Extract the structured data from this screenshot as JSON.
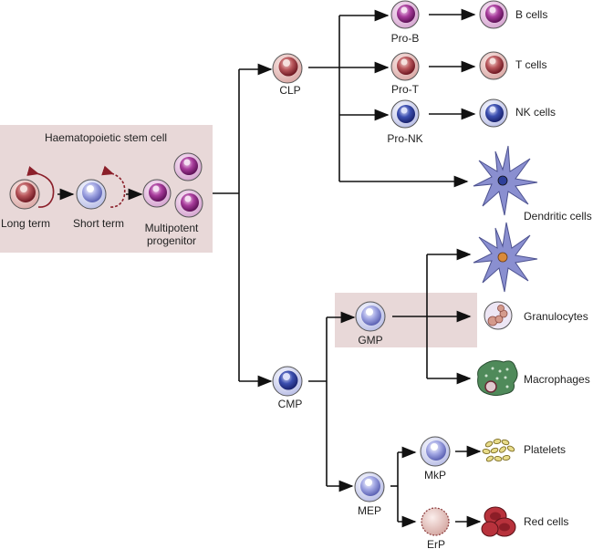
{
  "hsc_box": {
    "title": "Haematopoietic stem cell"
  },
  "labels": {
    "long_term": "Long term",
    "short_term": "Short term",
    "mpp_line1": "Multipotent",
    "mpp_line2": "progenitor",
    "clp": "CLP",
    "pro_b": "Pro-B",
    "pro_t": "Pro-T",
    "pro_nk": "Pro-NK",
    "b_cells": "B cells",
    "t_cells": "T cells",
    "nk_cells": "NK cells",
    "dendritic": "Dendritic cells",
    "cmp": "CMP",
    "gmp": "GMP",
    "granulocytes": "Granulocytes",
    "macrophages": "Macrophages",
    "mep": "MEP",
    "mkp": "MkP",
    "erp": "ErP",
    "platelets": "Platelets",
    "red_cells": "Red cells"
  },
  "colors": {
    "box_fill": "#e8d8d8",
    "red_cell": "#9b2f3a",
    "purple_cell": "#9a2d8e",
    "blue_cell": "#2e3f9a",
    "lavender_cell": "#8f95d8",
    "dendritic": "#8a8fd0",
    "macrophage": "#4f8a5a"
  }
}
